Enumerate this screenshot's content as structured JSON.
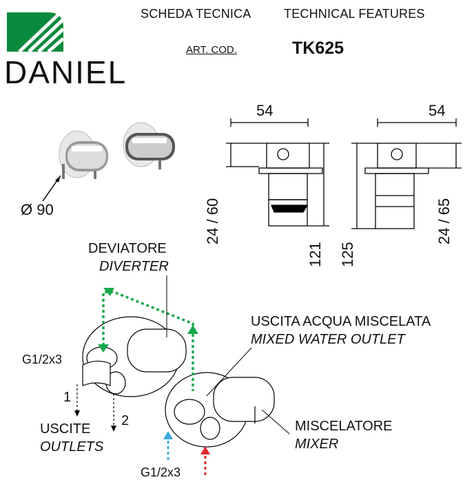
{
  "header": {
    "scheda": "SCHEDA TECNICA",
    "technical": "TECHNICAL FEATURES",
    "art_label": "ART. COD.",
    "art_code": "TK625"
  },
  "brand": {
    "name": "DANIEL",
    "logo_color": "#0a8a3c"
  },
  "dimensions": {
    "diameter": "Ø 90",
    "width_left": "54",
    "width_right": "54",
    "depth_left": "24 / 60",
    "depth_right": "24 / 65",
    "height_left": "121",
    "height_right": "125"
  },
  "labels": {
    "deviatore": "DEVIATORE",
    "diverter": "DIVERTER",
    "uscita_acqua": "USCITA ACQUA MISCELATA",
    "mixed_outlet": "MIXED WATER OUTLET",
    "g12_top": "G1/2x3",
    "g12_bottom": "G1/2x3",
    "outlet_1": "1",
    "outlet_2": "2",
    "uscite": "USCITE",
    "outlets": "OUTLETS",
    "miscelatore": "MISCELATORE",
    "mixer": "MIXER"
  },
  "colors": {
    "diverter_arrow": "#18a84a",
    "cold_arrow": "#3aa8e0",
    "hot_arrow": "#e02a2a"
  }
}
